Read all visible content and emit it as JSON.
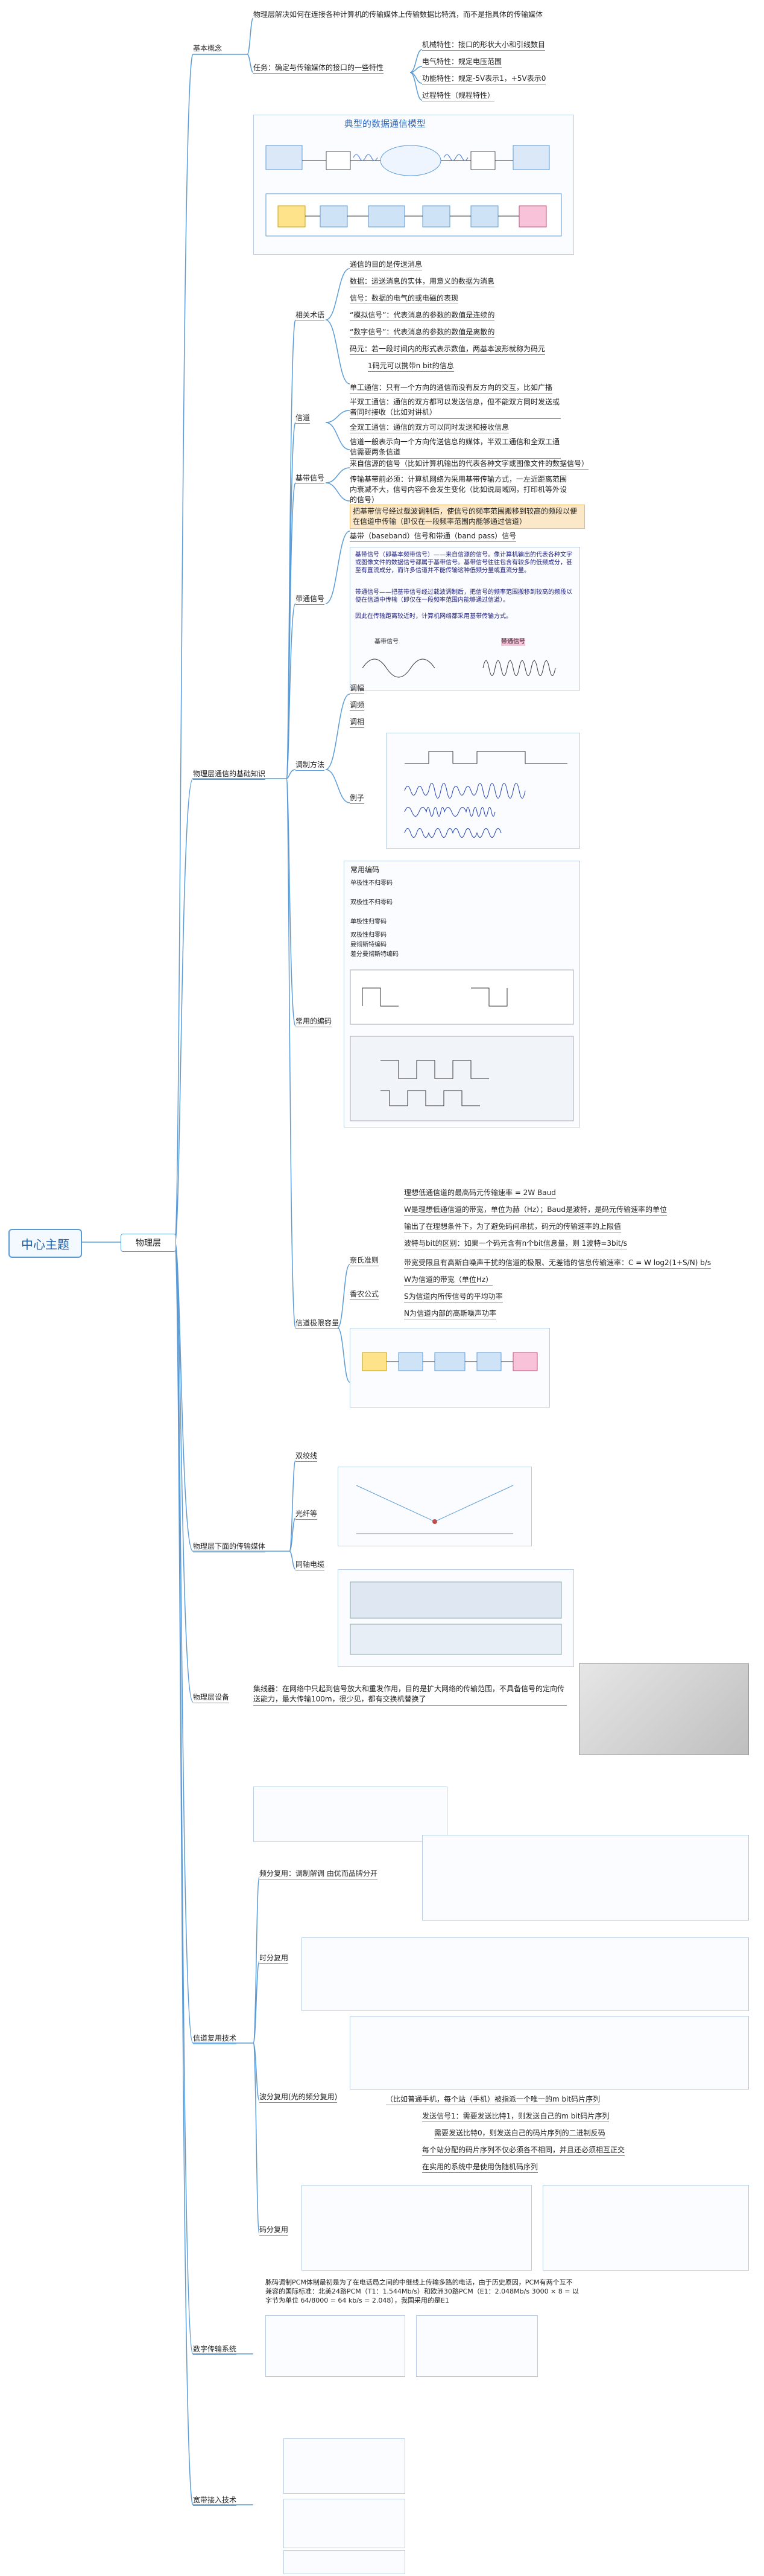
{
  "root": "中心主题",
  "level1": "物理层",
  "branches": {
    "basic": "基本概念",
    "basic_def": "物理层解决如何在连接各种计算机的传输媒体上传输数据比特流，而不是指具体的传输媒体",
    "basic_task": "任务：确定与传输媒体的接口的一些特性",
    "mech": "机械特性：接口的形状大小和引线数目",
    "elec": "电气特性：规定电压范围",
    "func": "功能特性：规定-5V表示1，+5V表示0",
    "proc": "过程特性（规程特性）",
    "model_title": "典型的数据通信模型",
    "comm": "物理层通信的基础知识",
    "terms": "相关术语",
    "t1": "通信的目的是传送消息",
    "t2": "数据：运送消息的实体，用意义的数据为消息",
    "t3": "信号：数据的电气的或电磁的表现",
    "t4": "“模拟信号”：代表消息的参数的数值是连续的",
    "t5": "“数字信号”：代表消息的参数的数值是离散的",
    "t6": "码元：若一段时间内的形式表示数值，两基本波形就称为码元",
    "t7": "1码元可以携带n bit的信息",
    "channel": "信道",
    "c1": "单工通信：只有一个方向的通信而没有反方向的交互，比如广播",
    "c2": "半双工通信：通信的双方都可以发送信息，但不能双方同时发送或者同时接收（比如对讲机）",
    "c3": "全双工通信：通信的双方可以同时发送和接收信息",
    "c4": "信道一般表示向一个方向传送信息的媒体，半双工通信和全双工通信需要两条信道",
    "baseband": "基带信号",
    "b1": "来自信源的信号（比如计算机输出的代表各种文字或图像文件的数据信号）",
    "b2": "传输基带前必须：计算机网络为采用基带传输方式，一左近距离范围内衰减不大，信号内容不会发生变化（比如说局域网，打印机等外设的信号）",
    "modulate": "带通信号",
    "m1": "把基带信号经过载波调制后，使信号的频率范围搬移到较高的频段以便在信道中传输（即仅在一段频率范围内能够通过信道）",
    "m2": "基带（baseband）信号和带通（band pass）信号",
    "m3": "基带信号（即基本频带信号）——来自信源的信号。像计算机输出的代表各种文字或图像文件的数据信号都属于基带信号。基带信号往往包含有较多的低频成分，甚至有直流成分，而许多信道并不能传输这种低频分量或直流分量。",
    "m4": "带通信号——把基带信号经过载波调制后，把信号的频率范围搬移到较高的频段以便在信道中传输（即仅在一段频率范围内能够通过信道）。",
    "m5": "因此在传输距离较近时，计算机网络都采用基带传输方式。",
    "m6": "基带信号",
    "m7": "带通信号",
    "methods": "调制方法",
    "md1": "调幅",
    "md2": "调频",
    "md3": "调相",
    "md4": "例子",
    "codes": "常用的编码",
    "codes_title": "常用编码",
    "codes_list": [
      "单极性不归零码",
      "双极性不归零码",
      "单极性归零码",
      "双极性归零码",
      "曼彻斯特编码",
      "差分曼彻斯特编码"
    ],
    "limits": "信道极限容量",
    "nyq": "奈氏准则",
    "n1": "理想低通信道的最高码元传输速率 = 2W Baud",
    "n2": "W是理想低通信道的带宽，单位为赫（Hz）；Baud是波特，是码元传输速率的单位",
    "n3": "输出了在理想条件下，为了避免码间串扰，码元的传输速率的上限值",
    "n4": "波特与bit的区别：如果一个码元含有n个bit信息量，则 1波特=3bit/s",
    "shannon": "香农公式",
    "s1": "带宽受限且有高斯白噪声干扰的信道的极限、无差错的信息传输速率：C = W log2(1+S/N) b/s",
    "s2": "W为信道的带宽（单位Hz）",
    "s3": "S为信道内所传信号的平均功率",
    "s4": "N为信道内部的高斯噪声功率",
    "media": "物理层下面的传输媒体",
    "md_tw": "双绞线",
    "md_fiber": "光纤等",
    "md_coax": "同轴电缆",
    "devices": "物理层设备",
    "dev_hub": "集线器：在网络中只起到信号放大和重发作用，目的是扩大网络的传输范围，不具备信号的定向传送能力，最大传输100m，很少见，都有交换机替换了",
    "mux": "信道复用技术",
    "fdm": "频分复用：调制解调 由优而品牌分开",
    "tdm": "时分复用",
    "wdm": "波分复用(光的频分复用)",
    "w1": "（比如普通手机，每个站（手机）被指派一个唯一的m bit码片序列",
    "w2": "发送信号1：需要发送比特1，则发送自己的m bit码片序列",
    "w3": "需要发送比特0，则发送自己的码片序列的二进制反码",
    "w4": "每个站分配的码片序列不仅必须各不相同，并且还必须相互正交",
    "w5": "在实用的系统中是使用伪随机码序列",
    "cdm": "码分复用",
    "digital": "数字传输系统",
    "dig_text": "脉码调制PCM体制最初是为了在电话局之间的中继线上传输多路的电话，由于历史原因，PCM有两个互不兼容的国际标准：北美24路PCM（T1：1.544Mb/s）和欧洲30路PCM（E1：2.048Mb/s 3000 × 8 = 以字节为单位 64/8000 = 64 kb/s = 2.048），我国采用的是E1",
    "broadband": "宽带接入技术"
  },
  "colors": {
    "accent": "#5b9bd5",
    "root_text": "#1f5fa8",
    "note": "#fbe8c9"
  }
}
